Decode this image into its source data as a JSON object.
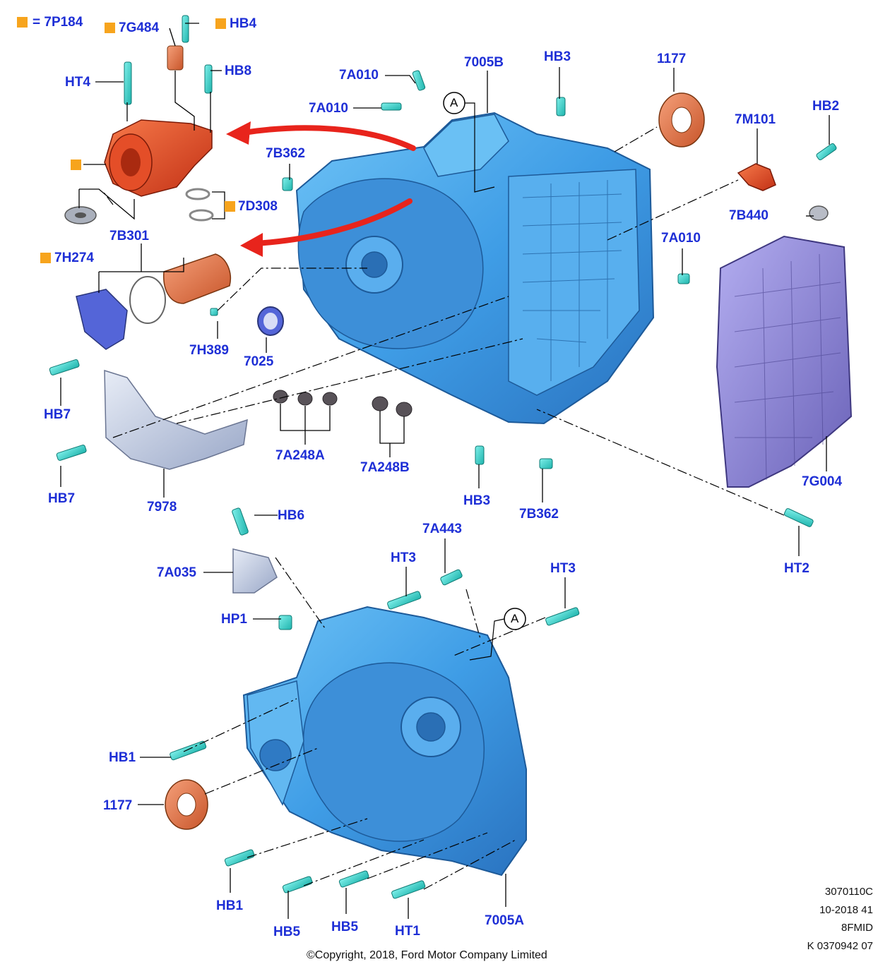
{
  "colors": {
    "label": "#1e2fd6",
    "marker": "#f7a41d",
    "case_blue": "#4aa6ec",
    "case_dark": "#2a7cc4",
    "fastener": "#2fd1c9",
    "red_part": "#e04020",
    "copper_part": "#e0703c",
    "pan": "#8f86d9",
    "arrow": "#e8241c",
    "leader": "#000000"
  },
  "legend": {
    "equals_text": "= 7P184",
    "marker": "orange-square"
  },
  "labels": {
    "7G484": "7G484",
    "HB4": "HB4",
    "HT4": "HT4",
    "HB8": "HB8",
    "7D308": "7D308",
    "7H274": "7H274",
    "7B301": "7B301",
    "7H389": "7H389",
    "7025": "7025",
    "HB7_a": "HB7",
    "HB7_b": "HB7",
    "7978": "7978",
    "7A010_a": "7A010",
    "7A010_b": "7A010",
    "7A010_c": "7A010",
    "7005B": "7005B",
    "HB3_a": "HB3",
    "HB3_b": "HB3",
    "1177_a": "1177",
    "1177_b": "1177",
    "7M101": "7M101",
    "HB2": "HB2",
    "7B362_a": "7B362",
    "7B362_b": "7B362",
    "7B440": "7B440",
    "7A248A": "7A248A",
    "7A248B": "7A248B",
    "7G004": "7G004",
    "HT2": "HT2",
    "HB6": "HB6",
    "7A035": "7A035",
    "7A443": "7A443",
    "HT3_a": "HT3",
    "HT3_b": "HT3",
    "HP1": "HP1",
    "HB1_a": "HB1",
    "HB1_b": "HB1",
    "HB5_a": "HB5",
    "HB5_b": "HB5",
    "HT1": "HT1",
    "7005A": "7005A",
    "callout_A": "A"
  },
  "reference": {
    "line1": "3070110C",
    "line2": "10-2018 41",
    "line3": "8FMID",
    "line4": "K 0370942 07"
  },
  "copyright": "©Copyright, 2018, Ford Motor Company Limited"
}
